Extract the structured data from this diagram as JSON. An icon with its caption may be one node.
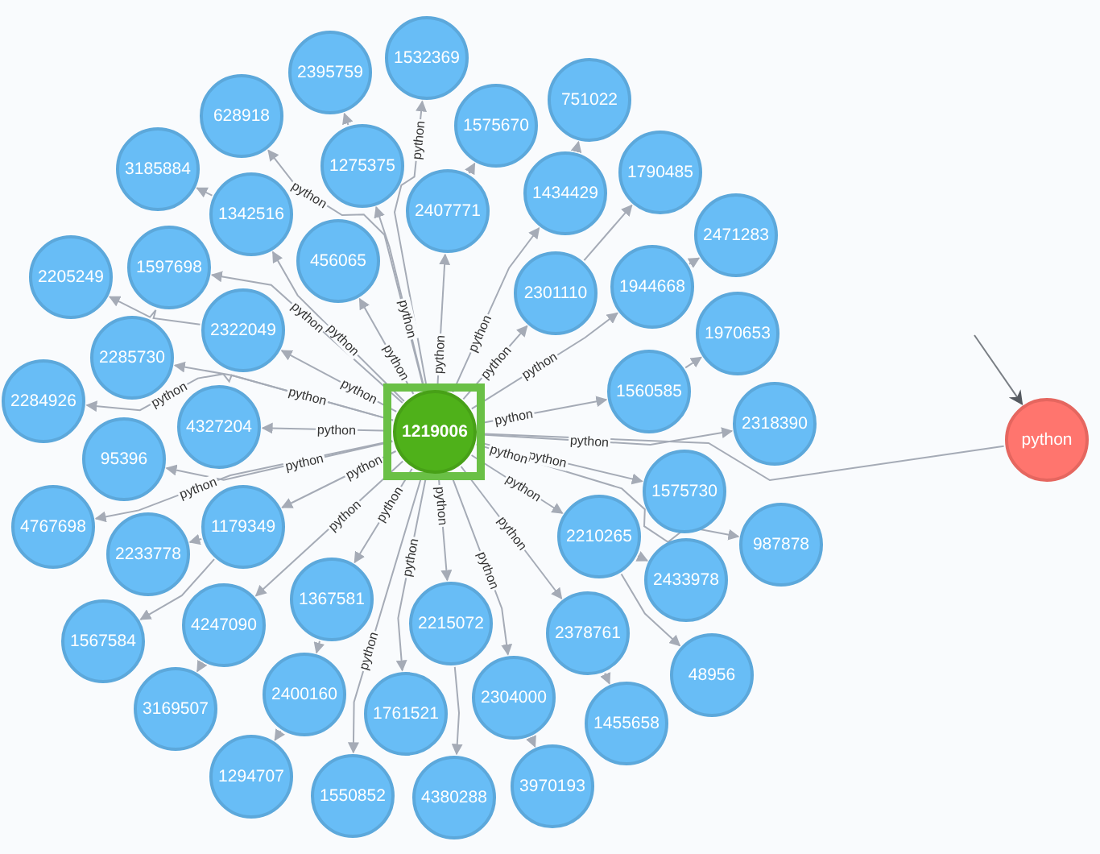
{
  "diagram": {
    "nodes": [
      {
        "text": [
          "1219006"
        ]
      },
      {
        "text": [
          "1532369"
        ]
      },
      {
        "text": [
          "2395759"
        ]
      },
      {
        "text": [
          "628918"
        ]
      },
      {
        "text": [
          "1575670"
        ]
      },
      {
        "text": [
          "751022"
        ]
      },
      {
        "text": [
          "3185884"
        ]
      },
      {
        "text": [
          "1275375"
        ]
      },
      {
        "text": [
          "1790485"
        ]
      },
      {
        "text": [
          "1342516"
        ]
      },
      {
        "text": [
          "2407771"
        ]
      },
      {
        "text": [
          "1434429"
        ]
      },
      {
        "text": [
          "2471283"
        ]
      },
      {
        "text": [
          "1597698"
        ]
      },
      {
        "text": [
          "456065"
        ]
      },
      {
        "text": [
          "2301110"
        ]
      },
      {
        "text": [
          "1944668"
        ]
      },
      {
        "text": [
          "2205249"
        ]
      },
      {
        "text": [
          "2322049"
        ]
      },
      {
        "text": [
          "1970653"
        ]
      },
      {
        "text": [
          "2285730"
        ]
      },
      {
        "text": [
          "1560585"
        ]
      },
      {
        "text": [
          "2284926"
        ]
      },
      {
        "text": [
          "4327204"
        ]
      },
      {
        "text": [
          "2318390"
        ]
      },
      {
        "text": [
          "95396"
        ]
      },
      {
        "text": [
          "1575730"
        ]
      },
      {
        "text": [
          "4767698"
        ]
      },
      {
        "text": [
          "1179349"
        ]
      },
      {
        "text": [
          "2233778"
        ]
      },
      {
        "text": [
          "987878"
        ]
      },
      {
        "text": [
          "2210265"
        ]
      },
      {
        "text": [
          "2433978"
        ]
      },
      {
        "text": [
          "1367581"
        ]
      },
      {
        "text": [
          "2215072"
        ]
      },
      {
        "text": [
          "4247090"
        ]
      },
      {
        "text": [
          "1567584"
        ]
      },
      {
        "text": [
          "2378761"
        ]
      },
      {
        "text": [
          "48956"
        ]
      },
      {
        "text": [
          "3169507"
        ]
      },
      {
        "text": [
          "2400160"
        ]
      },
      {
        "text": [
          "1761521"
        ]
      },
      {
        "text": [
          "2304000"
        ]
      },
      {
        "text": [
          "1455658"
        ]
      },
      {
        "text": [
          "1294707"
        ]
      },
      {
        "text": [
          "1550852"
        ]
      },
      {
        "text": [
          "4380288"
        ]
      },
      {
        "text": [
          "3970193"
        ]
      },
      {
        "text": [
          "python"
        ]
      }
    ],
    "edges": [
      {
        "from": 0,
        "to": 1,
        "arrow": "to",
        "label": "python"
      },
      {
        "from": 7,
        "to": 2,
        "arrow": "to"
      },
      {
        "from": 0,
        "to": 3,
        "arrow": "to",
        "label": "python"
      },
      {
        "from": 10,
        "to": 4,
        "arrow": "to"
      },
      {
        "from": 11,
        "to": 5,
        "arrow": "to"
      },
      {
        "from": 9,
        "to": 6,
        "arrow": "to"
      },
      {
        "from": 0,
        "to": 7,
        "arrow": "to",
        "label": "python"
      },
      {
        "from": 15,
        "to": 8,
        "arrow": "to"
      },
      {
        "from": 0,
        "to": 9,
        "arrow": "to",
        "label": "python"
      },
      {
        "from": 0,
        "to": 10,
        "arrow": "to",
        "label": "python"
      },
      {
        "from": 0,
        "to": 11,
        "arrow": "to",
        "label": "python"
      },
      {
        "from": 16,
        "to": 12,
        "arrow": "to"
      },
      {
        "from": 0,
        "to": 13,
        "arrow": "to",
        "label": "python"
      },
      {
        "from": 0,
        "to": 14,
        "arrow": "to",
        "label": "python"
      },
      {
        "from": 0,
        "to": 15,
        "arrow": "to",
        "label": "python"
      },
      {
        "from": 0,
        "to": 16,
        "arrow": "to",
        "label": "python"
      },
      {
        "from": 18,
        "to": 17,
        "arrow": "to"
      },
      {
        "from": 0,
        "to": 18,
        "arrow": "to",
        "label": "python"
      },
      {
        "from": 21,
        "to": 19,
        "arrow": "to"
      },
      {
        "from": 0,
        "to": 20,
        "arrow": "to",
        "label": "python"
      },
      {
        "from": 0,
        "to": 21,
        "arrow": "to",
        "label": "python"
      },
      {
        "from": 0,
        "to": 22,
        "arrow": "to",
        "label": "python"
      },
      {
        "from": 0,
        "to": 23,
        "arrow": "to",
        "label": "python"
      },
      {
        "from": 0,
        "to": 24,
        "arrow": "to",
        "label": "python"
      },
      {
        "from": 0,
        "to": 25,
        "arrow": "to",
        "label": "python"
      },
      {
        "from": 0,
        "to": 26,
        "arrow": "to",
        "label": "python"
      },
      {
        "from": 0,
        "to": 27,
        "arrow": "to",
        "label": "python"
      },
      {
        "from": 0,
        "to": 28,
        "arrow": "to",
        "label": "python"
      },
      {
        "from": 28,
        "to": 29,
        "arrow": "to"
      },
      {
        "from": 0,
        "to": 30,
        "arrow": "to",
        "label": "python"
      },
      {
        "from": 0,
        "to": 31,
        "arrow": "to",
        "label": "python"
      },
      {
        "from": 31,
        "to": 32,
        "arrow": "to"
      },
      {
        "from": 0,
        "to": 33,
        "arrow": "to",
        "label": "python"
      },
      {
        "from": 0,
        "to": 34,
        "arrow": "to",
        "label": "python"
      },
      {
        "from": 0,
        "to": 35,
        "arrow": "to",
        "label": "python"
      },
      {
        "from": 28,
        "to": 36,
        "arrow": "to"
      },
      {
        "from": 0,
        "to": 37,
        "arrow": "to",
        "label": "python"
      },
      {
        "from": 31,
        "to": 38,
        "arrow": "to"
      },
      {
        "from": 35,
        "to": 39,
        "arrow": "to"
      },
      {
        "from": 33,
        "to": 40,
        "arrow": "to"
      },
      {
        "from": 0,
        "to": 41,
        "arrow": "to",
        "label": "python"
      },
      {
        "from": 0,
        "to": 42,
        "arrow": "to",
        "label": "python"
      },
      {
        "from": 37,
        "to": 43,
        "arrow": "to"
      },
      {
        "from": 40,
        "to": 44,
        "arrow": "to"
      },
      {
        "from": 0,
        "to": 45,
        "arrow": "to",
        "label": "python"
      },
      {
        "from": 34,
        "to": 46,
        "arrow": "to"
      },
      {
        "from": 42,
        "to": 47,
        "arrow": "to"
      },
      {
        "from": 0,
        "to": 48,
        "arrow": "none"
      },
      {
        "from": null,
        "to": 48,
        "arrow": "to"
      }
    ]
  }
}
